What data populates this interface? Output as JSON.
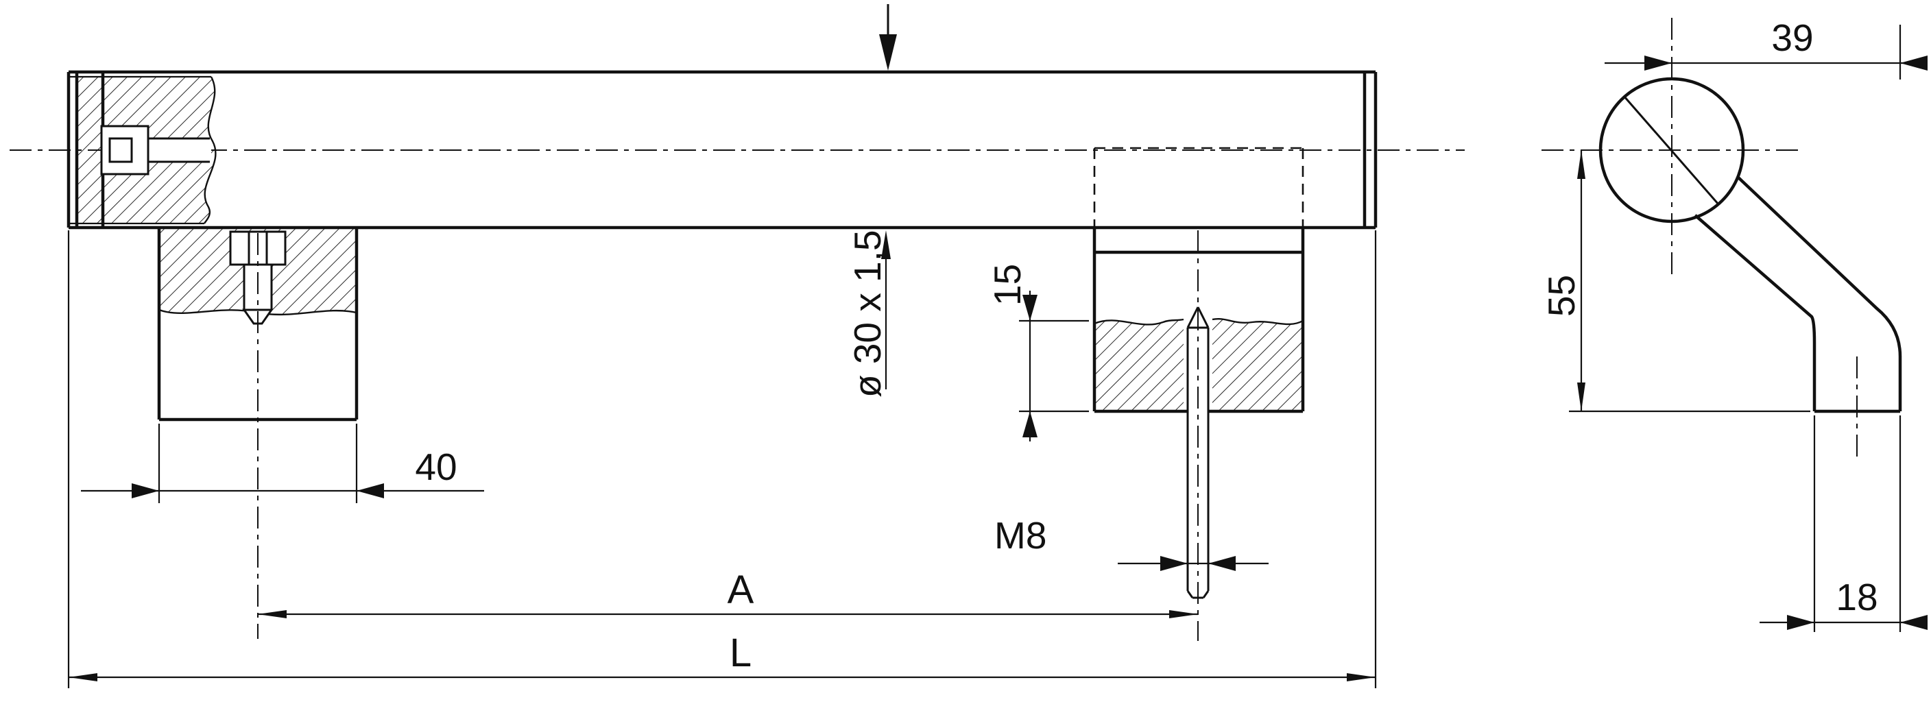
{
  "drawing": {
    "type": "technical-dimension-drawing",
    "labels": {
      "dim_40": "40",
      "dim_tube": "ø 30 x 1,5",
      "dim_15": "15",
      "dim_m8": "M8",
      "dim_a": "A",
      "dim_l": "L",
      "dim_39": "39",
      "dim_55": "55",
      "dim_18": "18"
    },
    "colors": {
      "ink": "#111111",
      "paper": "#ffffff"
    }
  }
}
